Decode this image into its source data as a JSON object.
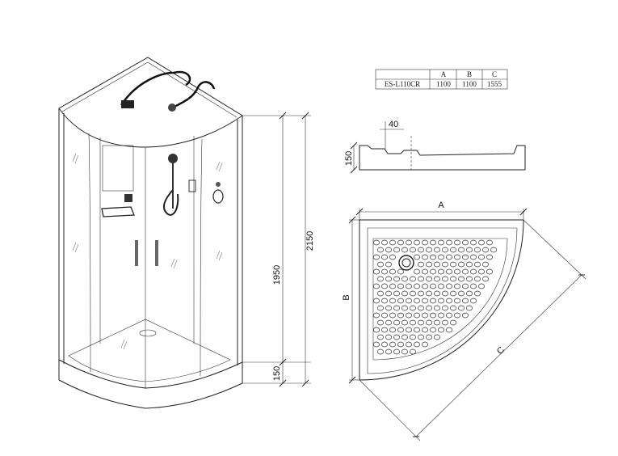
{
  "table": {
    "headers": [
      "",
      "A",
      "B",
      "C"
    ],
    "row": [
      "ES-L110CR",
      "1100",
      "1100",
      "1555"
    ]
  },
  "dims": {
    "total_height": "2150",
    "glass_height": "1950",
    "tray_height": "150",
    "section_step": "40",
    "section_height": "150",
    "a": "A",
    "b": "B",
    "c": "C"
  }
}
